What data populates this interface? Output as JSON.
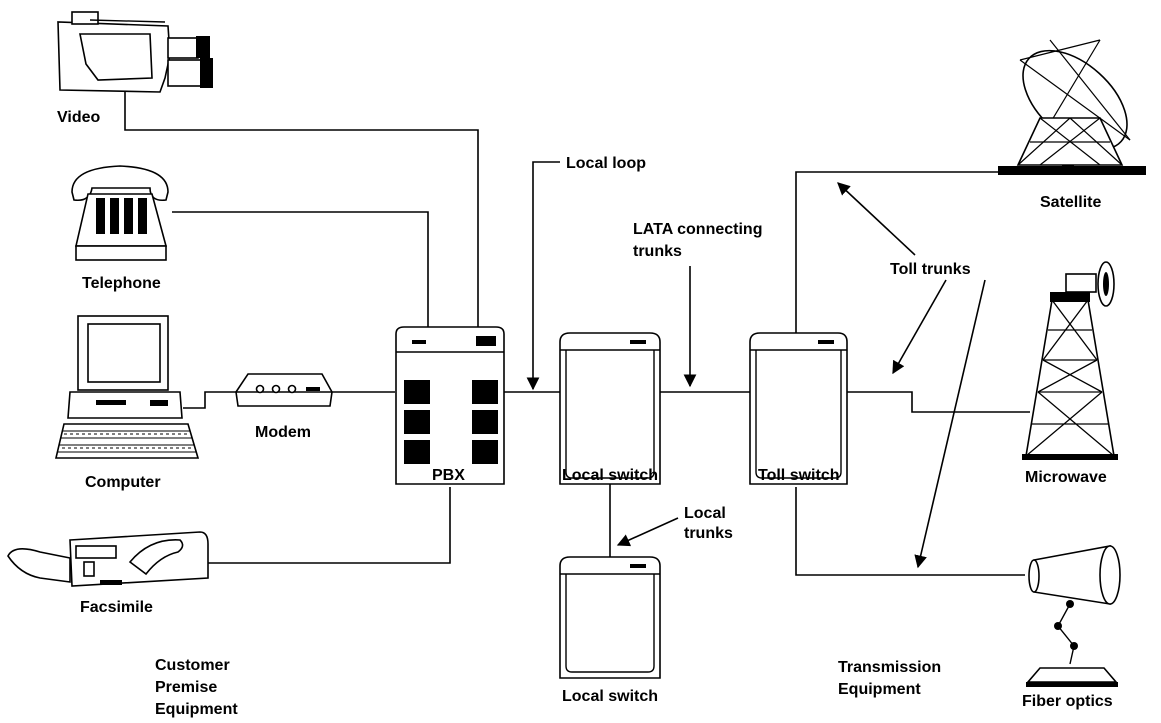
{
  "colors": {
    "ink": "#000000",
    "background": "#ffffff"
  },
  "labels": {
    "video": "Video",
    "telephone": "Telephone",
    "computer": "Computer",
    "modem": "Modem",
    "facsimile": "Facsimile",
    "pbx": "PBX",
    "local_switch_top": "Local switch",
    "local_switch_bottom": "Local switch",
    "toll_switch": "Toll switch",
    "satellite": "Satellite",
    "microwave": "Microwave",
    "fiber_optics": "Fiber optics"
  },
  "annotations": {
    "local_loop": "Local loop",
    "lata_line1": "LATA connecting",
    "lata_line2": "trunks",
    "toll_trunks": "Toll trunks",
    "local_trunks_line1": "Local",
    "local_trunks_line2": "trunks"
  },
  "groups": {
    "customer_line1": "Customer",
    "customer_line2": "Premise",
    "customer_line3": "Equipment",
    "transmission_line1": "Transmission",
    "transmission_line2": "Equipment"
  },
  "icons": [
    "video-camera-icon",
    "telephone-icon",
    "computer-icon",
    "modem-icon",
    "fax-machine-icon",
    "pbx-icon",
    "switch-icon",
    "satellite-dish-icon",
    "microwave-tower-icon",
    "fiber-optics-icon"
  ]
}
